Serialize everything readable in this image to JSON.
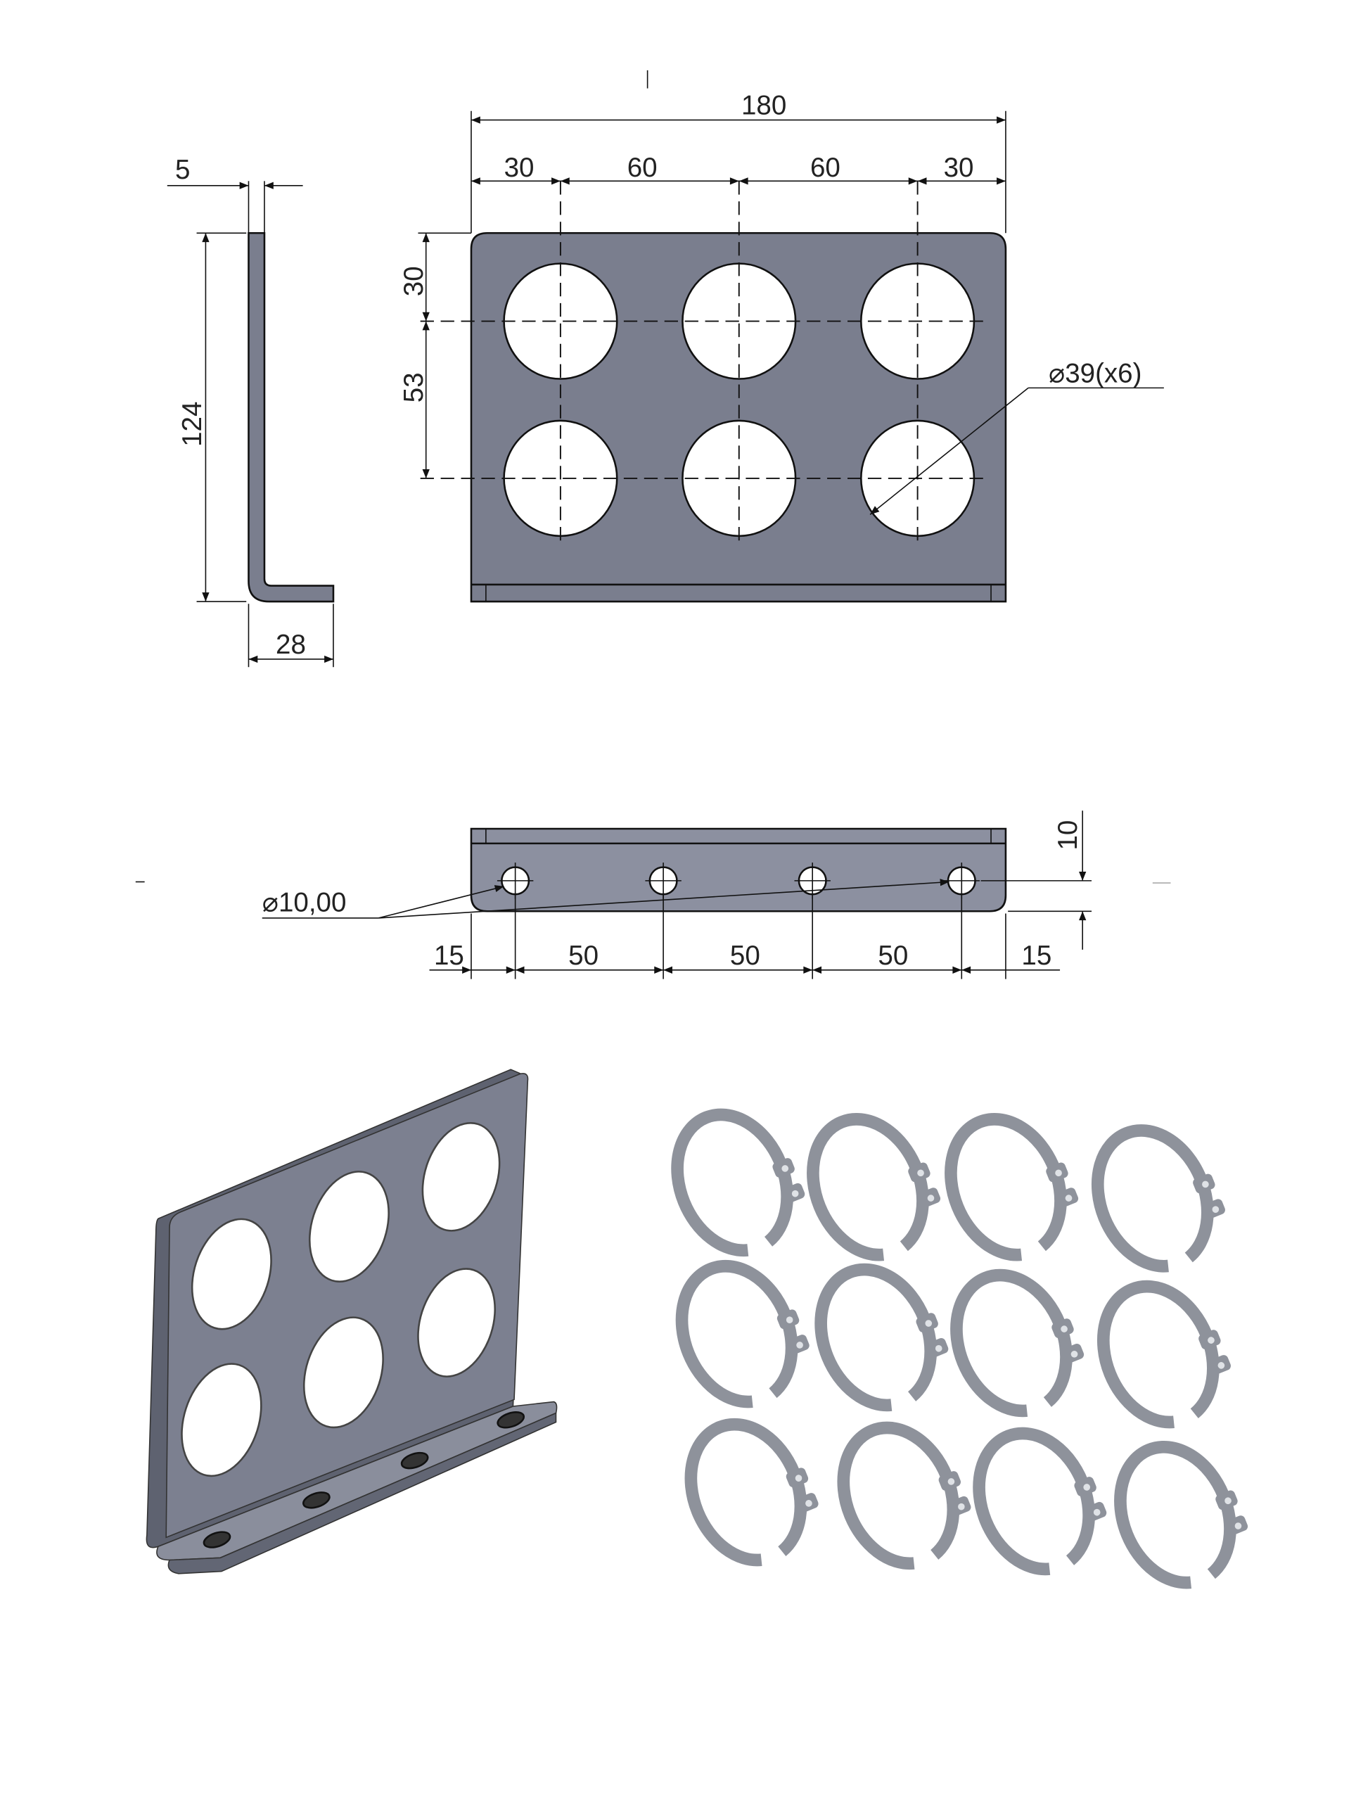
{
  "drawing": {
    "side_view": {
      "thickness": "5",
      "height": "124",
      "foot_length": "28"
    },
    "front_view": {
      "overall_width": "180",
      "horizontal_spacing": [
        "30",
        "60",
        "60",
        "30"
      ],
      "top_offset": "30",
      "row_spacing": "53",
      "hole_callout": "⌀39(x6)"
    },
    "bottom_view": {
      "hole_callout": "⌀10,00",
      "hole_offset": "10",
      "horizontal_spacing": [
        "15",
        "50",
        "50",
        "50",
        "15"
      ]
    },
    "iso_view": {
      "large_holes": 6,
      "foot_holes": 4
    },
    "circlips": {
      "count": 12
    },
    "colors": {
      "plate": "#7a7e8e",
      "ring": "#8e929b"
    }
  }
}
